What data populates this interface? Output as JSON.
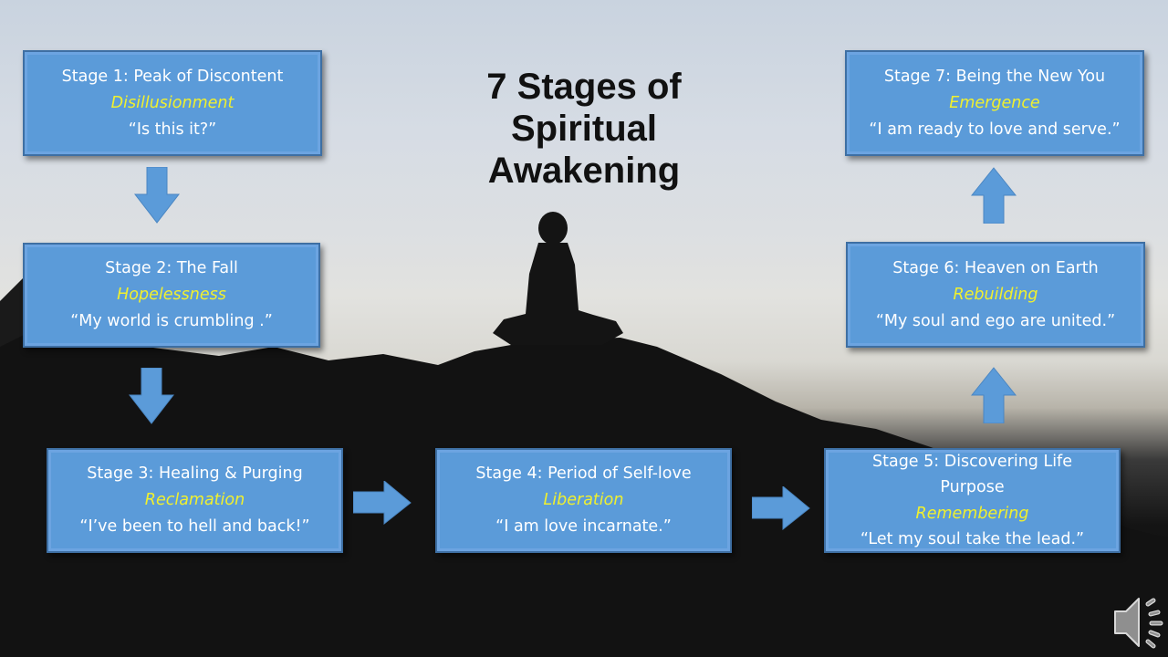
{
  "title": {
    "line1": "7 Stages of",
    "line2": "Spiritual",
    "line3": "Awakening"
  },
  "stages": [
    {
      "heading": "Stage 1: Peak of Discontent",
      "theme": "Disillusionment",
      "quote": "“Is this it?”"
    },
    {
      "heading": "Stage 2: The Fall",
      "theme": "Hopelessness",
      "quote": "“My world is crumbling .”"
    },
    {
      "heading": "Stage 3: Healing & Purging",
      "theme": "Reclamation",
      "quote": "“I’ve been to hell and back!”"
    },
    {
      "heading": "Stage 4: Period of Self-love",
      "theme": "Liberation",
      "quote": "“I am love incarnate.”"
    },
    {
      "heading": "Stage 5: Discovering Life",
      "heading2": "Purpose",
      "theme": "Remembering",
      "quote": "“Let my soul take the lead.”"
    },
    {
      "heading": "Stage 6:  Heaven on Earth",
      "theme": "Rebuilding",
      "quote": "“My soul and ego are united.”"
    },
    {
      "heading": "Stage 7: Being the New You",
      "theme": "Emergence",
      "quote": "“I am ready to love and serve.”"
    }
  ],
  "colors": {
    "box_fill": "#5b9bd9",
    "box_border": "#3e6fa3",
    "theme_text": "#f0f02e",
    "arrow": "#5b9bd9"
  },
  "icons": {
    "audio": "speaker-icon"
  }
}
